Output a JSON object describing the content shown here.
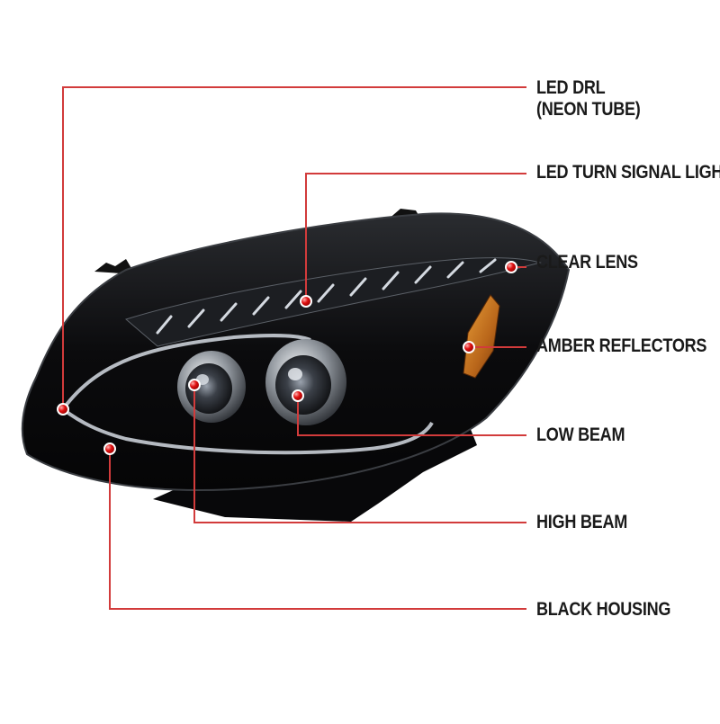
{
  "callouts": {
    "drl": {
      "line1": "LED DRL",
      "line2": "(NEON TUBE)"
    },
    "turn_signal": "LED TURN SIGNAL LIGHT",
    "clear_lens": "CLEAR LENS",
    "amber_reflectors": "AMBER REFLECTORS",
    "low_beam": "LOW BEAM",
    "high_beam": "HIGH BEAM",
    "black_housing": "BLACK HOUSING"
  },
  "colors": {
    "leader_line": "#d23b3b",
    "marker_dot": "#e01010",
    "housing": "#0c0c0e",
    "amber": "#c97a1a",
    "background": "#ffffff"
  }
}
